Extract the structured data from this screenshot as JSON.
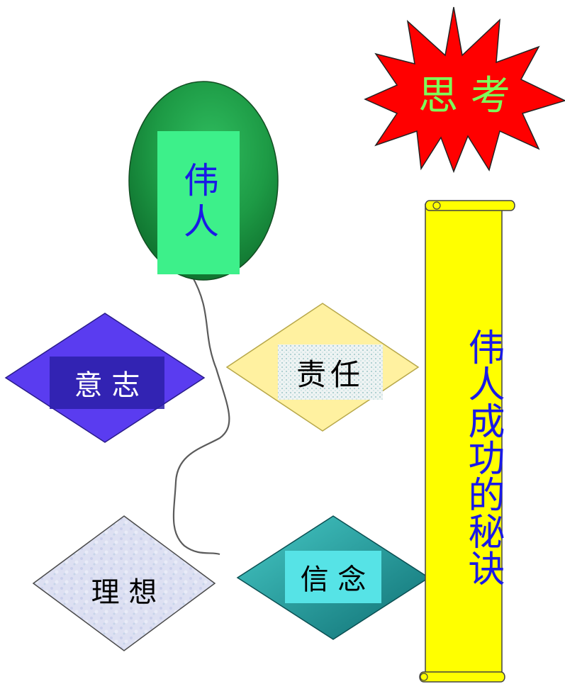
{
  "starburst": {
    "text": "思 考",
    "fill": "#ff0000",
    "text_color": "#7dff5a"
  },
  "balloon": {
    "text": "伟人",
    "text_color": "#1a1ae6",
    "box_color": "#3df08a"
  },
  "diamonds": [
    {
      "id": "will",
      "text": "意 志",
      "fill": "#5a3cf0",
      "text_color": "#ffffff"
    },
    {
      "id": "responsibility",
      "text": "责任",
      "fill": "#fff1a0",
      "text_color": "#000000"
    },
    {
      "id": "ideal",
      "text": "理 想",
      "fill": "#dfe2f3",
      "text_color": "#000000"
    },
    {
      "id": "belief",
      "text": "信 念",
      "fill": "#2aa7a8",
      "text_color": "#000000"
    }
  ],
  "scroll": {
    "text": "伟人成功的秘诀",
    "fill": "#ffff00",
    "text_color": "#1a1ae6"
  }
}
